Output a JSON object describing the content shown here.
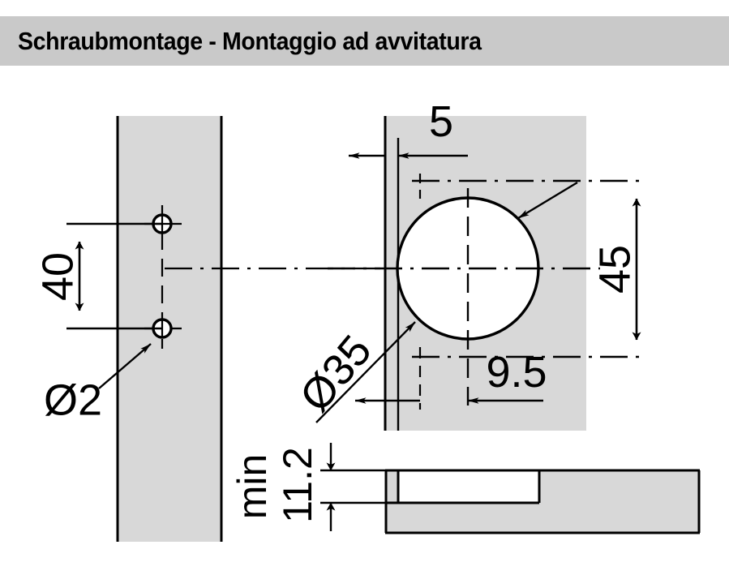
{
  "header": {
    "title": "Schraubmontage - Montaggio ad avvitatura",
    "banner_color": "#c9c9c9"
  },
  "colors": {
    "panel_fill": "#d8d8d8",
    "line": "#000000",
    "background": "#ffffff"
  },
  "views": {
    "left_view": {
      "name": "door-screw-pattern-view",
      "dimensions": {
        "hole_spacing": "40",
        "hole_diameter": "Ø2"
      },
      "features": {
        "screw_hole_count": 2
      }
    },
    "right_view": {
      "name": "cup-hole-front-view",
      "dimensions": {
        "edge_distance": "5",
        "cup_diameter": "Ø35",
        "hinge_height": "45",
        "cup_offset": "9.5"
      }
    },
    "section_view": {
      "name": "cup-depth-section-view",
      "dimensions": {
        "min_thickness_prefix": "min",
        "min_thickness_value": "11.2"
      }
    }
  },
  "chart_data": {
    "type": "table",
    "title": "Schraubmontage - Montaggio ad avvitatura",
    "labels": [
      "40",
      "Ø2",
      "5",
      "Ø35",
      "45",
      "9.5",
      "min",
      "11.2"
    ]
  }
}
